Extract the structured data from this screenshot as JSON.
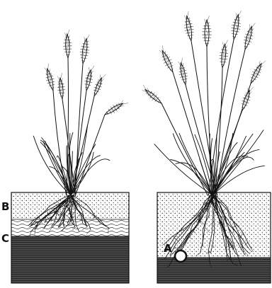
{
  "labels": {
    "b": "B",
    "c": "C",
    "a": "A"
  },
  "colors": {
    "ink": "#1a1a1a",
    "paper": "#ffffff"
  }
}
